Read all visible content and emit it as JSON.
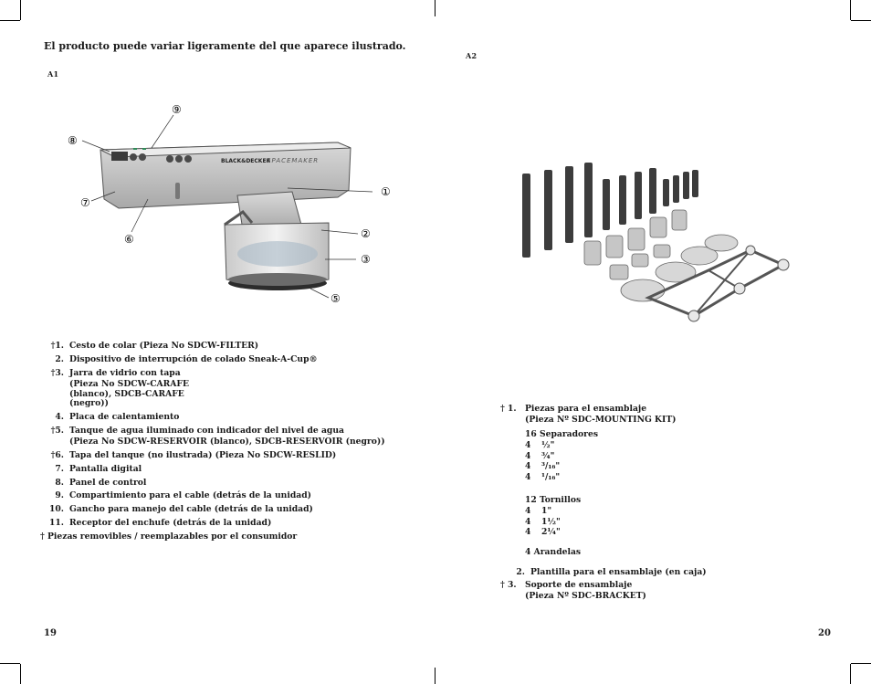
{
  "page": {
    "intro": "El producto puede variar ligeramente del que aparece ilustrado.",
    "label_a1": "A1",
    "label_a2": "A2",
    "page_left": "19",
    "page_right": "20"
  },
  "figure_a1": {
    "brand": "BLACK&DECKER",
    "model": "SPACEMAKER",
    "callouts": [
      "①",
      "②",
      "③",
      "⑤",
      "⑥",
      "⑦",
      "⑧",
      "⑨"
    ]
  },
  "parts": [
    {
      "marker": "†1.",
      "text": "Cesto de colar (Pieza No SDCW-FILTER)",
      "sub": ""
    },
    {
      "marker": "2.",
      "text": "Dispositivo de interrupción de colado Sneak-A-Cup®",
      "sub": ""
    },
    {
      "marker": "†3.",
      "text": "Jarra de vidrio con tapa",
      "sub": "(Pieza No SDCW-CARAFE (blanco), SDCB-CARAFE (negro))"
    },
    {
      "marker": "4.",
      "text": "Placa de calentamiento",
      "sub": ""
    },
    {
      "marker": "†5.",
      "text": "Tanque de agua iluminado con indicador del nivel de agua",
      "sub": "(Pieza No SDCW-RESERVOIR (blanco), SDCB-RESERVOIR (negro))"
    },
    {
      "marker": "†6.",
      "text": "Tapa del tanque (no ilustrada) (Pieza No SDCW-RESLID)",
      "sub": ""
    },
    {
      "marker": "7.",
      "text": "Pantalla digital",
      "sub": ""
    },
    {
      "marker": "8.",
      "text": "Panel de control",
      "sub": ""
    },
    {
      "marker": "9.",
      "text": "Compartimiento para el cable (detrás de la unidad)",
      "sub": ""
    },
    {
      "marker": "10.",
      "text": "Gancho para manejo del cable (detrás de la unidad)",
      "sub": ""
    },
    {
      "marker": "11.",
      "text": "Receptor del enchufe (detrás de la unidad)",
      "sub": ""
    }
  ],
  "parts_footnote": "† Piezas removibles / reemplazables por el consumidor",
  "assembly": {
    "item1_marker": "† 1.",
    "item1_title": "Piezas para el ensamblaje",
    "item1_part": "(Pieza Nº SDC-MOUNTING KIT)",
    "spacers_heading": "16 Separadores",
    "spacers": [
      {
        "qty": "4",
        "size": "½\""
      },
      {
        "qty": "4",
        "size": "¾\""
      },
      {
        "qty": "4",
        "size": "³/₁₆\""
      },
      {
        "qty": "4",
        "size": "¹/₁₆\""
      }
    ],
    "screws_heading": "12 Tornillos",
    "screws": [
      {
        "qty": "4",
        "size": "1\""
      },
      {
        "qty": "4",
        "size": "1½\""
      },
      {
        "qty": "4",
        "size": "2¼\""
      }
    ],
    "washers": "4 Arandelas",
    "item2_marker": "2.",
    "item2_text": "Plantilla para el ensamblaje (en caja)",
    "item3_marker": "† 3.",
    "item3_text": "Soporte de ensamblaje",
    "item3_part": "(Pieza Nº SDC-BRACKET)"
  }
}
